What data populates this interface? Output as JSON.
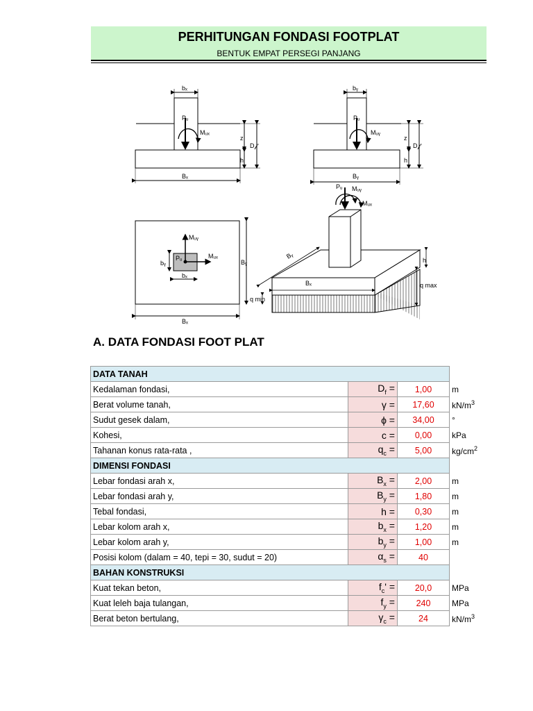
{
  "header": {
    "title": "PERHITUNGAN FONDASI FOOTPLAT",
    "subtitle": "BENTUK EMPAT PERSEGI PANJANG"
  },
  "figure": {
    "label_bx": "bₓ",
    "label_by": "bᵧ",
    "label_pu": "Pᵤ",
    "label_mux": "Mᵤₓ",
    "label_muy": "Mᵤᵧ",
    "label_z": "z",
    "label_h": "h",
    "label_df": "D𝒻",
    "label_Bx": "Bₓ",
    "label_By": "Bᵧ",
    "label_qmin": "q min",
    "label_qmax": "q max"
  },
  "section_a": "A. DATA FONDASI FOOT PLAT",
  "groups": [
    {
      "header": "DATA TANAH",
      "rows": [
        {
          "label": "Kedalaman fondasi,",
          "sym": "D",
          "sub": "f",
          "sup": "",
          "suffix": " =",
          "value": "1,00",
          "unit": "m",
          "unit_sup": ""
        },
        {
          "label": "Berat volume tanah,",
          "sym": "γ",
          "sub": "",
          "sup": "",
          "suffix": " =",
          "value": "17,60",
          "unit": "kN/m",
          "unit_sup": "3"
        },
        {
          "label": "Sudut gesek dalam,",
          "sym": "ϕ",
          "sub": "",
          "sup": "",
          "suffix": " =",
          "value": "34,00",
          "unit": "°",
          "unit_sup": ""
        },
        {
          "label": "Kohesi,",
          "sym": "c",
          "sub": "",
          "sup": "",
          "suffix": " =",
          "value": "0,00",
          "unit": "kPa",
          "unit_sup": ""
        },
        {
          "label": "Tahanan konus rata-rata ,",
          "sym": "q",
          "sub": "c",
          "sup": "",
          "suffix": " =",
          "value": "5,00",
          "unit": "kg/cm",
          "unit_sup": "2"
        }
      ]
    },
    {
      "header": "DIMENSI FONDASI",
      "rows": [
        {
          "label": "Lebar fondasi arah x,",
          "sym": "B",
          "sub": "x",
          "sup": "",
          "suffix": " =",
          "value": "2,00",
          "unit": "m",
          "unit_sup": ""
        },
        {
          "label": "Lebar fondasi arah y,",
          "sym": "B",
          "sub": "y",
          "sup": "",
          "suffix": " =",
          "value": "1,80",
          "unit": "m",
          "unit_sup": ""
        },
        {
          "label": "Tebal fondasi,",
          "sym": "h",
          "sub": "",
          "sup": "",
          "suffix": " =",
          "value": "0,30",
          "unit": "m",
          "unit_sup": ""
        },
        {
          "label": "Lebar kolom arah x,",
          "sym": "b",
          "sub": "x",
          "sup": "",
          "suffix": " =",
          "value": "1,20",
          "unit": "m",
          "unit_sup": ""
        },
        {
          "label": "Lebar kolom arah y,",
          "sym": "b",
          "sub": "y",
          "sup": "",
          "suffix": " =",
          "value": "1,00",
          "unit": "m",
          "unit_sup": ""
        },
        {
          "label": "Posisi kolom (dalam = 40, tepi = 30, sudut = 20)",
          "sym": "α",
          "sub": "s",
          "sup": "",
          "suffix": " =",
          "value": "40",
          "unit": "",
          "unit_sup": ""
        }
      ]
    },
    {
      "header": "BAHAN KONSTRUKSI",
      "rows": [
        {
          "label": "Kuat tekan beton,",
          "sym": "f",
          "sub": "c",
          "sup": "",
          "suffix": "' =",
          "value": "20,0",
          "unit": "MPa",
          "unit_sup": ""
        },
        {
          "label": "Kuat leleh baja tulangan,",
          "sym": "f",
          "sub": "y",
          "sup": "",
          "suffix": " =",
          "value": "240",
          "unit": "MPa",
          "unit_sup": ""
        },
        {
          "label": "Berat beton bertulang,",
          "sym": "γ",
          "sub": "c",
          "sup": "",
          "suffix": " =",
          "value": "24",
          "unit": "kN/m",
          "unit_sup": "3"
        }
      ]
    }
  ]
}
